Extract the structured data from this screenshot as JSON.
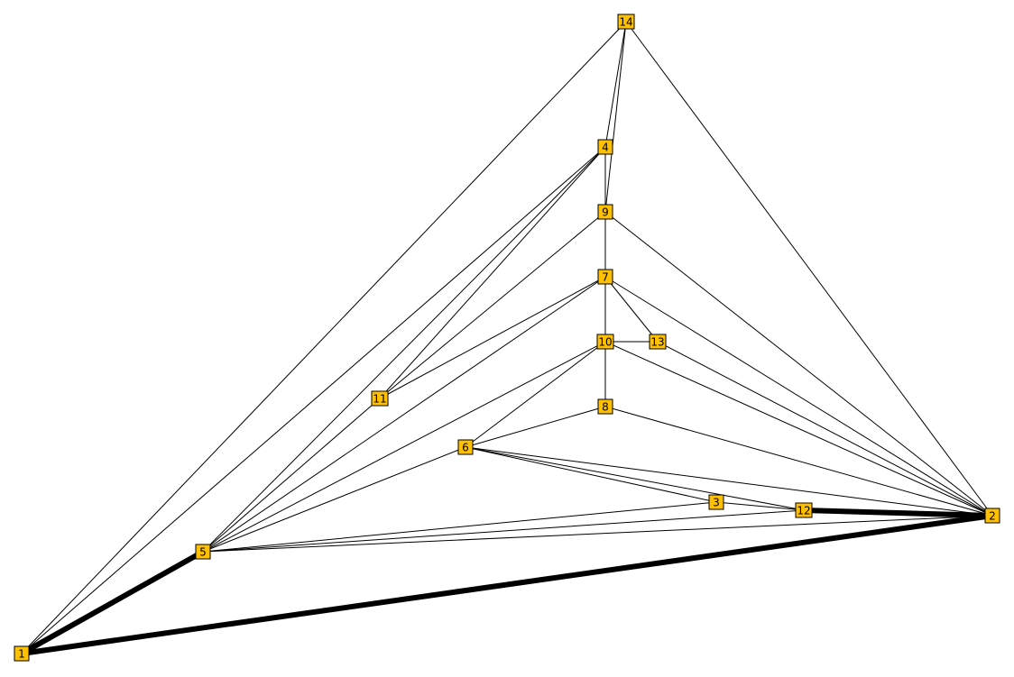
{
  "graph": {
    "node_fill": "#ffc000",
    "edge_color": "#000000",
    "nodes": [
      {
        "id": "1",
        "label": "1"
      },
      {
        "id": "2",
        "label": "2"
      },
      {
        "id": "3",
        "label": "3"
      },
      {
        "id": "4",
        "label": "4"
      },
      {
        "id": "5",
        "label": "5"
      },
      {
        "id": "6",
        "label": "6"
      },
      {
        "id": "7",
        "label": "7"
      },
      {
        "id": "8",
        "label": "8"
      },
      {
        "id": "9",
        "label": "9"
      },
      {
        "id": "10",
        "label": "10"
      },
      {
        "id": "11",
        "label": "11"
      },
      {
        "id": "12",
        "label": "12"
      },
      {
        "id": "13",
        "label": "13"
      },
      {
        "id": "14",
        "label": "14"
      }
    ],
    "edges": [
      {
        "from": "1",
        "to": "2",
        "weight": "heavy"
      },
      {
        "from": "1",
        "to": "5",
        "weight": "heavy"
      },
      {
        "from": "12",
        "to": "2",
        "weight": "heavy"
      },
      {
        "from": "1",
        "to": "14",
        "weight": "normal"
      },
      {
        "from": "1",
        "to": "4",
        "weight": "normal"
      },
      {
        "from": "14",
        "to": "2",
        "weight": "normal"
      },
      {
        "from": "14",
        "to": "4",
        "weight": "normal"
      },
      {
        "from": "14",
        "to": "9",
        "weight": "normal"
      },
      {
        "from": "4",
        "to": "9",
        "weight": "normal"
      },
      {
        "from": "4",
        "to": "11",
        "weight": "normal"
      },
      {
        "from": "4",
        "to": "5",
        "weight": "normal"
      },
      {
        "from": "9",
        "to": "7",
        "weight": "normal"
      },
      {
        "from": "9",
        "to": "11",
        "weight": "normal"
      },
      {
        "from": "9",
        "to": "2",
        "weight": "normal"
      },
      {
        "from": "7",
        "to": "10",
        "weight": "normal"
      },
      {
        "from": "7",
        "to": "13",
        "weight": "normal"
      },
      {
        "from": "7",
        "to": "11",
        "weight": "normal"
      },
      {
        "from": "7",
        "to": "5",
        "weight": "normal"
      },
      {
        "from": "7",
        "to": "2",
        "weight": "normal"
      },
      {
        "from": "10",
        "to": "13",
        "weight": "normal"
      },
      {
        "from": "10",
        "to": "8",
        "weight": "normal"
      },
      {
        "from": "10",
        "to": "6",
        "weight": "normal"
      },
      {
        "from": "10",
        "to": "5",
        "weight": "normal"
      },
      {
        "from": "10",
        "to": "2",
        "weight": "normal"
      },
      {
        "from": "13",
        "to": "2",
        "weight": "normal"
      },
      {
        "from": "8",
        "to": "6",
        "weight": "normal"
      },
      {
        "from": "8",
        "to": "2",
        "weight": "normal"
      },
      {
        "from": "6",
        "to": "5",
        "weight": "normal"
      },
      {
        "from": "6",
        "to": "3",
        "weight": "normal"
      },
      {
        "from": "6",
        "to": "12",
        "weight": "normal"
      },
      {
        "from": "6",
        "to": "2",
        "weight": "normal"
      },
      {
        "from": "3",
        "to": "12",
        "weight": "normal"
      },
      {
        "from": "3",
        "to": "5",
        "weight": "normal"
      },
      {
        "from": "12",
        "to": "5",
        "weight": "normal"
      },
      {
        "from": "5",
        "to": "2",
        "weight": "normal"
      },
      {
        "from": "11",
        "to": "5",
        "weight": "normal"
      }
    ]
  }
}
